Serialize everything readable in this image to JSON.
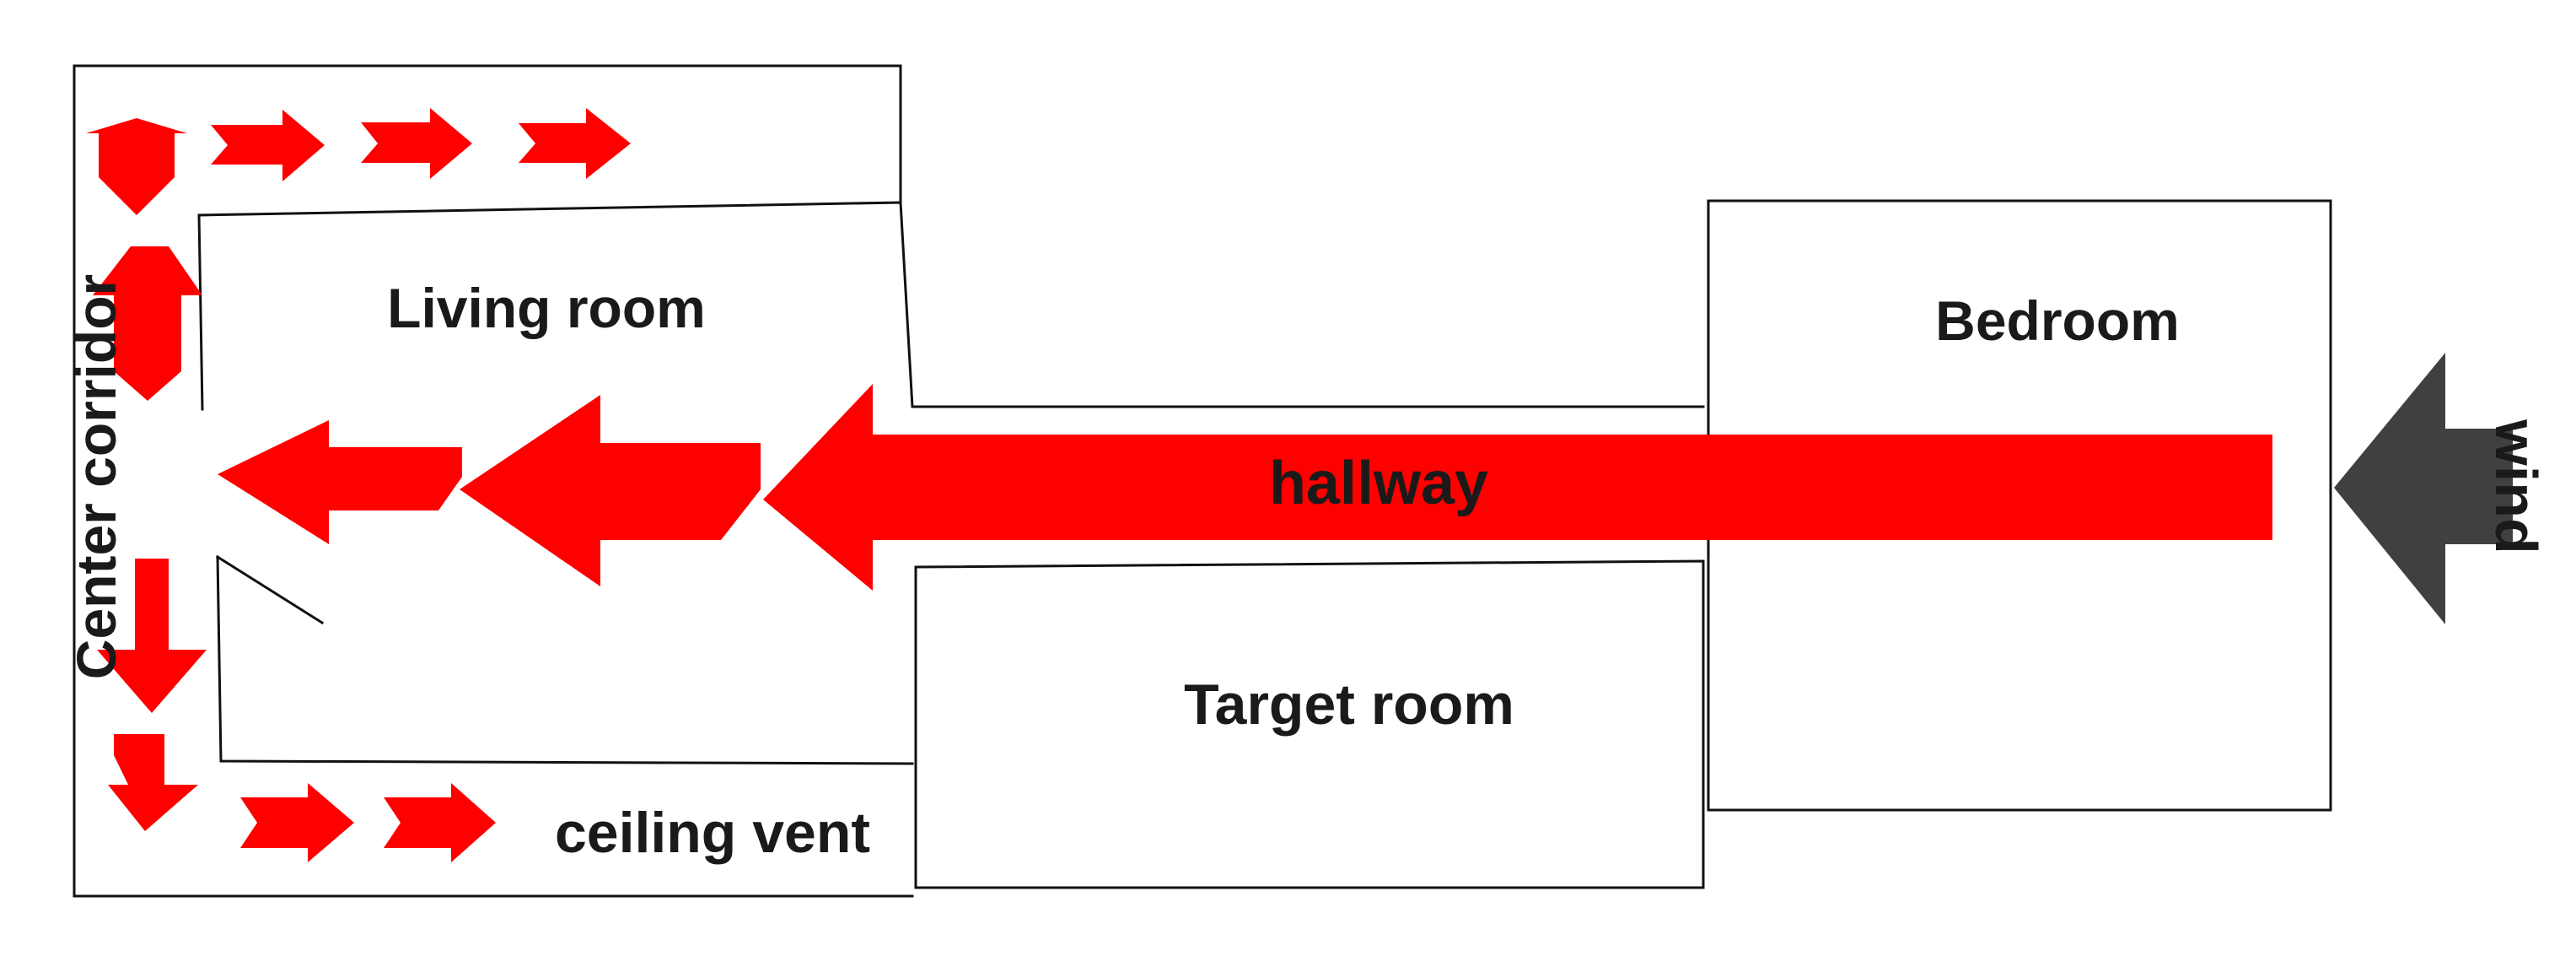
{
  "labels": {
    "living_room": "Living room",
    "bedroom": "Bedroom",
    "hallway": "hallway",
    "target_room": "Target room",
    "ceiling_vent": "ceiling vent",
    "center_corridor": "Center corridor",
    "wind": "wind"
  },
  "colors": {
    "airflow": "#ff0000",
    "wind_arrow": "#404040",
    "walls": "#111111",
    "text": "#1a1a1a"
  }
}
